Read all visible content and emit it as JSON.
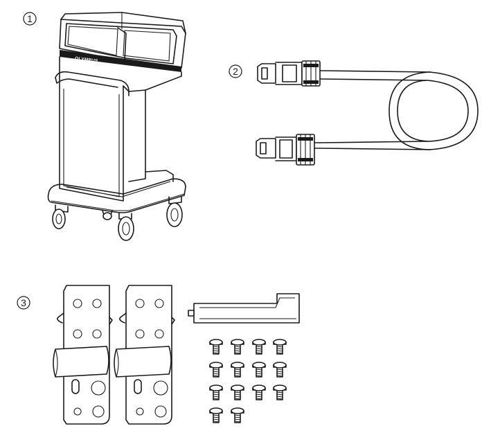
{
  "items": [
    {
      "number": "1"
    },
    {
      "number": "2"
    },
    {
      "number": "3"
    }
  ],
  "cart": {
    "brand_logo": "OLYMPUS"
  },
  "screw_count": 14
}
